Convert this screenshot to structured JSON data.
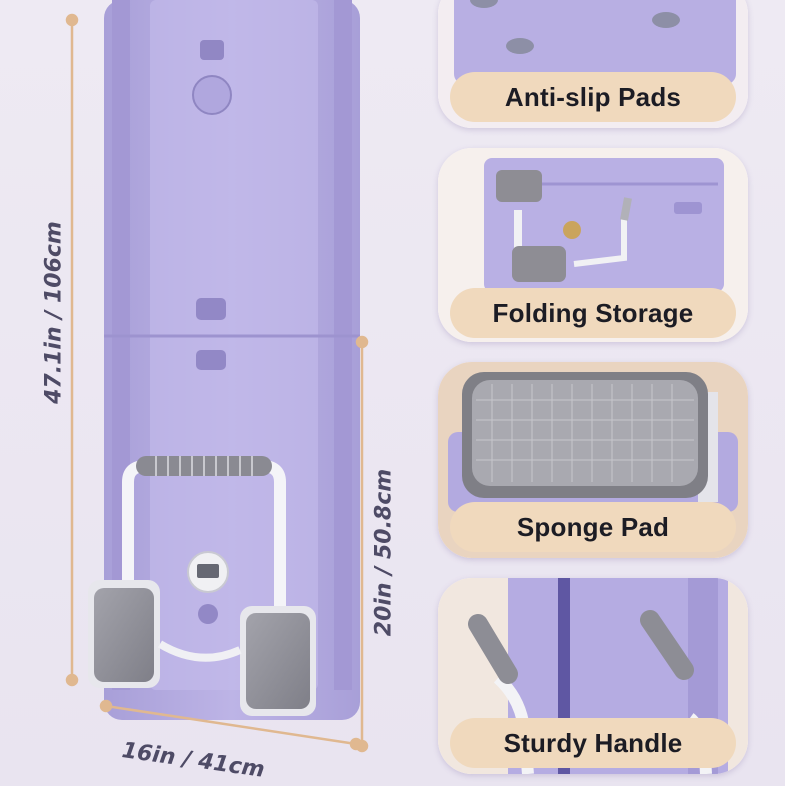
{
  "dimensions": {
    "height_total": "47.1in / 106cm",
    "height_folded": "20in / 50.8cm",
    "width": "16in / 41cm"
  },
  "features": [
    {
      "label": "Anti-slip Pads",
      "icon": "anti-slip-pad-closeup"
    },
    {
      "label": "Folding Storage",
      "icon": "folded-board-closeup"
    },
    {
      "label": "Sponge Pad",
      "icon": "sponge-pad-closeup"
    },
    {
      "label": "Sturdy Handle",
      "icon": "handle-closeup"
    }
  ],
  "colors": {
    "board": "#b7aee2",
    "label_bg": "#f0d9bd",
    "dimension_line": "#e0b890",
    "dimension_text": "#4e4b66"
  }
}
